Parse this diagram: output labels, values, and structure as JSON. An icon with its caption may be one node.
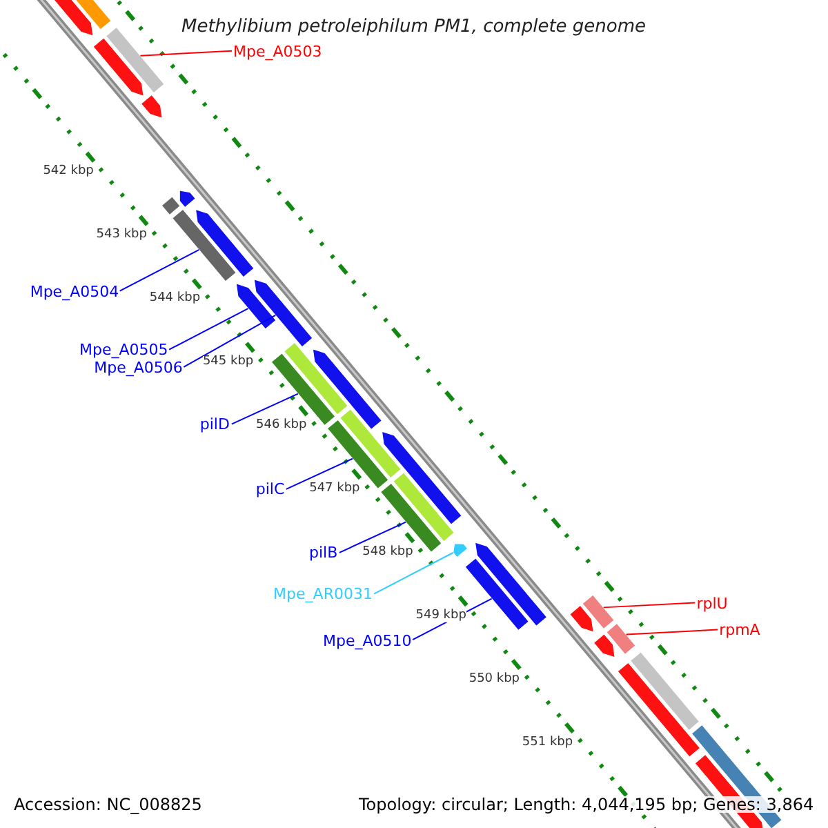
{
  "diagram": {
    "title": "Methylibium petroleiphilum PM1, complete genome",
    "nodes": [
      {
        "text": [
          "Mpe_A0503"
        ]
      },
      {
        "text": [],
        "shape": "arrow"
      },
      {
        "text": [
          "Mpe_A0504"
        ]
      },
      {
        "text": [],
        "shape": "arrow"
      },
      {
        "text": [
          "Mpe_A0505"
        ]
      },
      {
        "text": [],
        "shape": "arrow"
      },
      {
        "text": [
          "Mpe_A0506"
        ]
      },
      {
        "text": [],
        "shape": "arrow"
      },
      {
        "text": [
          "pilD"
        ]
      },
      {
        "text": [],
        "shape": "arrow"
      },
      {
        "text": [
          "pilC"
        ]
      },
      {
        "text": [],
        "shape": "arrow"
      },
      {
        "text": [
          "pilB"
        ]
      },
      {
        "text": [],
        "shape": "arrow"
      },
      {
        "text": [
          "Mpe_AR0031"
        ]
      },
      {
        "text": [],
        "shape": "arrow"
      },
      {
        "text": [
          "Mpe_A0510"
        ]
      },
      {
        "text": [],
        "shape": "arrow"
      },
      {
        "text": [
          "rplU"
        ]
      },
      {
        "text": [],
        "shape": "arrow"
      },
      {
        "text": [
          "rpmA"
        ]
      },
      {
        "text": [],
        "shape": "arrow"
      },
      {
        "text": [],
        "shape": "arrow"
      },
      {
        "text": [],
        "shape": "arrow"
      },
      {
        "text": [],
        "shape": "arrow"
      },
      {
        "text": [],
        "shape": "bar"
      },
      {
        "text": [],
        "shape": "arrow"
      },
      {
        "text": [],
        "shape": "arrow"
      },
      {
        "text": [],
        "shape": "arrow"
      },
      {
        "text": [],
        "shape": "arrow"
      },
      {
        "text": [],
        "shape": "bar"
      },
      {
        "text": [],
        "shape": "bar"
      },
      {
        "text": [],
        "shape": "bar"
      },
      {
        "text": [],
        "shape": "arrow"
      },
      {
        "text": [],
        "shape": "arrow"
      },
      {
        "text": [],
        "shape": "arrow"
      },
      {
        "text": [],
        "shape": "arrow"
      },
      {
        "text": [],
        "shape": "bar"
      },
      {
        "text": [],
        "shape": "bar"
      },
      {
        "text": [],
        "shape": "bar"
      },
      {
        "text": [],
        "shape": "arrow"
      }
    ],
    "edges": [
      {
        "from": 0,
        "to": 1,
        "arrow": "none",
        "color": "#ff0000"
      },
      {
        "from": 2,
        "to": 3,
        "arrow": "none"
      },
      {
        "from": 4,
        "to": 5,
        "arrow": "none"
      },
      {
        "from": 6,
        "to": 7,
        "arrow": "none"
      },
      {
        "from": 8,
        "to": 9,
        "arrow": "none"
      },
      {
        "from": 10,
        "to": 11,
        "arrow": "none"
      },
      {
        "from": 12,
        "to": 13,
        "arrow": "none"
      },
      {
        "from": 14,
        "to": 15,
        "arrow": "none",
        "color": "#33ccff"
      },
      {
        "from": 16,
        "to": 17,
        "arrow": "none"
      },
      {
        "from": 18,
        "to": 19,
        "arrow": "none",
        "color": "#ff0000"
      },
      {
        "from": 20,
        "to": 21,
        "arrow": "none",
        "color": "#ff0000"
      }
    ],
    "labels": [
      "542 kbp",
      "543 kbp",
      "544 kbp",
      "545 kbp",
      "546 kbp",
      "547 kbp",
      "548 kbp",
      "549 kbp",
      "550 kbp",
      "551 kbp",
      "Accession: NC_008825",
      "Topology: circular; Length: 4,044,195 bp; Genes: 3,864"
    ]
  }
}
